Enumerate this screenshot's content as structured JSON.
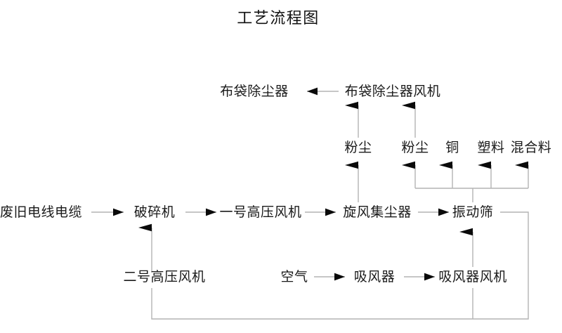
{
  "diagram": {
    "title": "工艺流程图",
    "colors": {
      "background": "#ffffff",
      "line": "#b4b4b4",
      "arrow": "#0a0a0a",
      "text": "#1a1a1a"
    },
    "nodes": {
      "bag_dust_collector": "布袋除尘器",
      "bag_dust_collector_fan": "布袋除尘器风机",
      "dust_left": "粉尘",
      "dust_right": "粉尘",
      "copper": "铜",
      "plastic": "塑料",
      "mixed_material": "混合料",
      "waste_wire_cable": "废旧电线电缆",
      "crusher": "破碎机",
      "high_pressure_fan_1": "一号高压风机",
      "cyclone_dust_collector": "旋风集尘器",
      "vibrating_screen": "振动筛",
      "high_pressure_fan_2": "二号高压风机",
      "air": "空气",
      "air_suction_device": "吸风器",
      "air_suction_fan": "吸风器风机"
    }
  }
}
